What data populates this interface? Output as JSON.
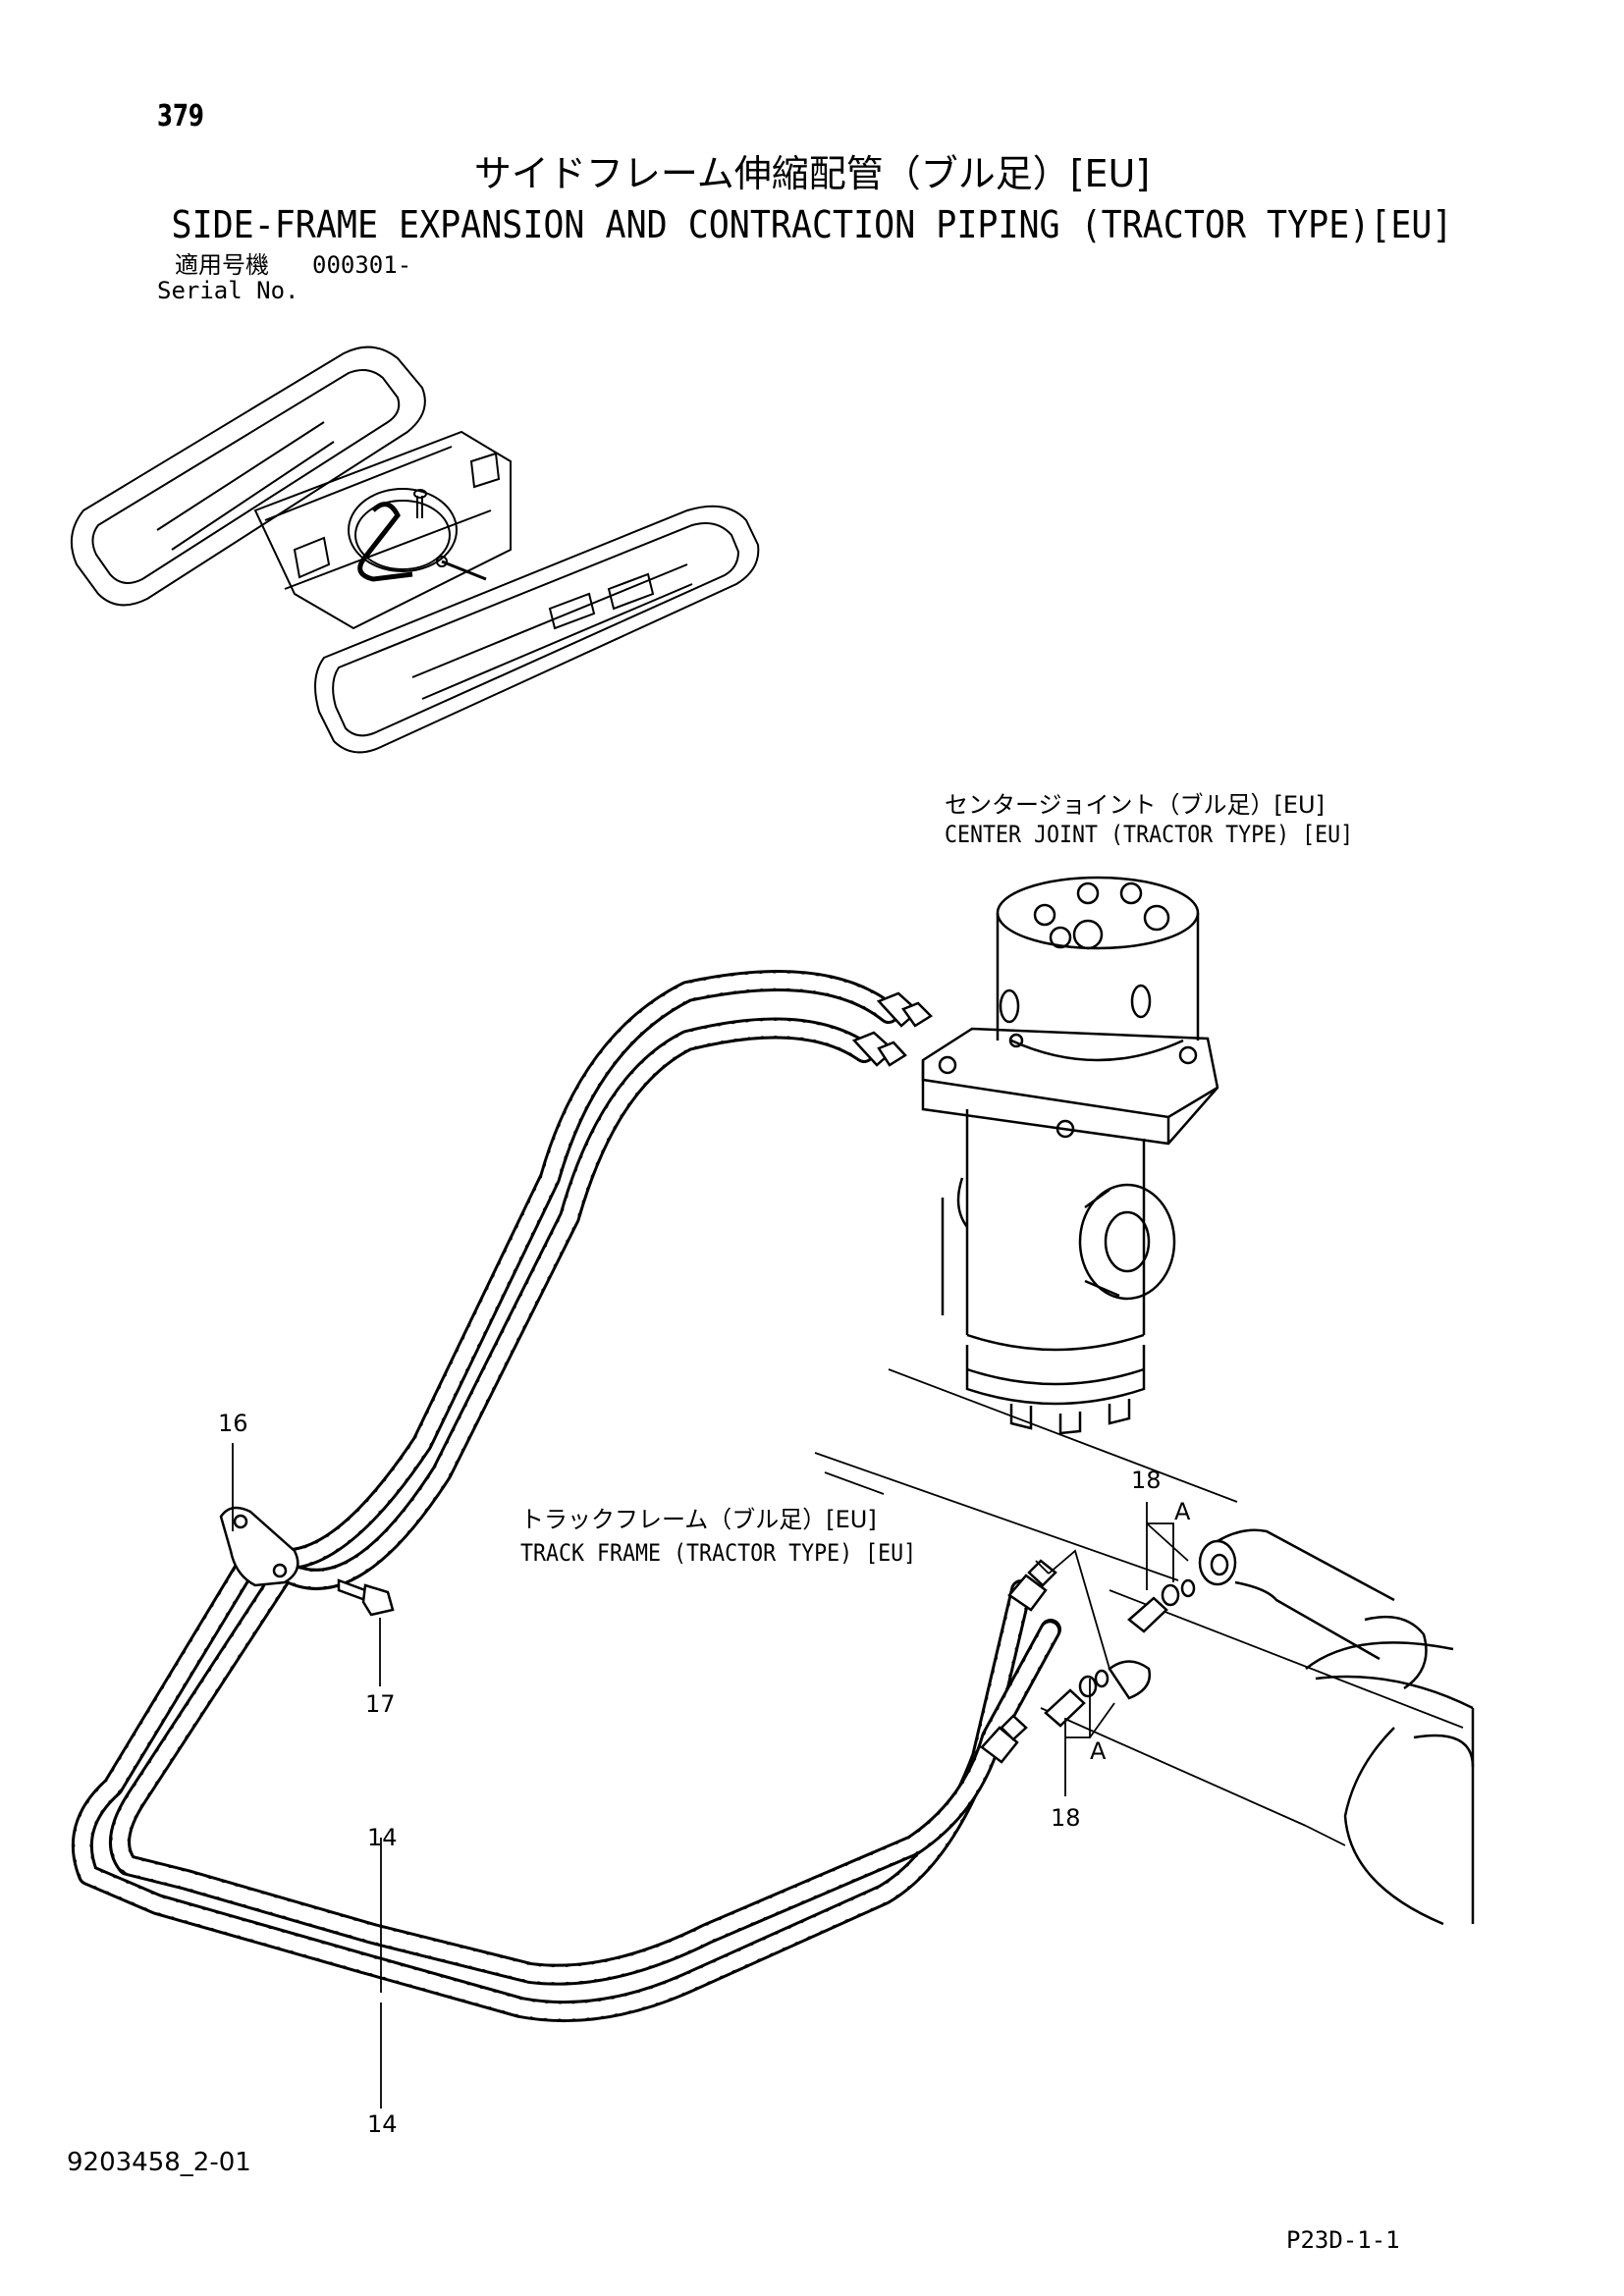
{
  "header": {
    "page_number": "379",
    "title_jp": "サイドフレーム伸縮配管（ブル足）[EU]",
    "title_en": "SIDE-FRAME EXPANSION AND CONTRACTION PIPING (TRACTOR TYPE)[EU]",
    "serial_label_jp": "適用号機",
    "serial_value": "000301-",
    "serial_label_en": "Serial No."
  },
  "labels": {
    "center_joint_jp": "センタージョイント（ブル足）[EU]",
    "center_joint_en": "CENTER JOINT (TRACTOR TYPE) [EU]",
    "track_frame_jp": "トラックフレーム（ブル足）[EU]",
    "track_frame_en": "TRACK FRAME (TRACTOR TYPE) [EU]"
  },
  "callouts": {
    "c16": "16",
    "c17": "17",
    "c14_top": "14",
    "c14_bottom": "14",
    "c18_top": "18",
    "c18_bottom": "18",
    "a_top": "A",
    "a_bottom": "A"
  },
  "footer": {
    "doc_id": "9203458_2-01",
    "sheet_id": "P23D-1-1"
  },
  "colors": {
    "ink": "#000000",
    "paper": "#ffffff"
  }
}
